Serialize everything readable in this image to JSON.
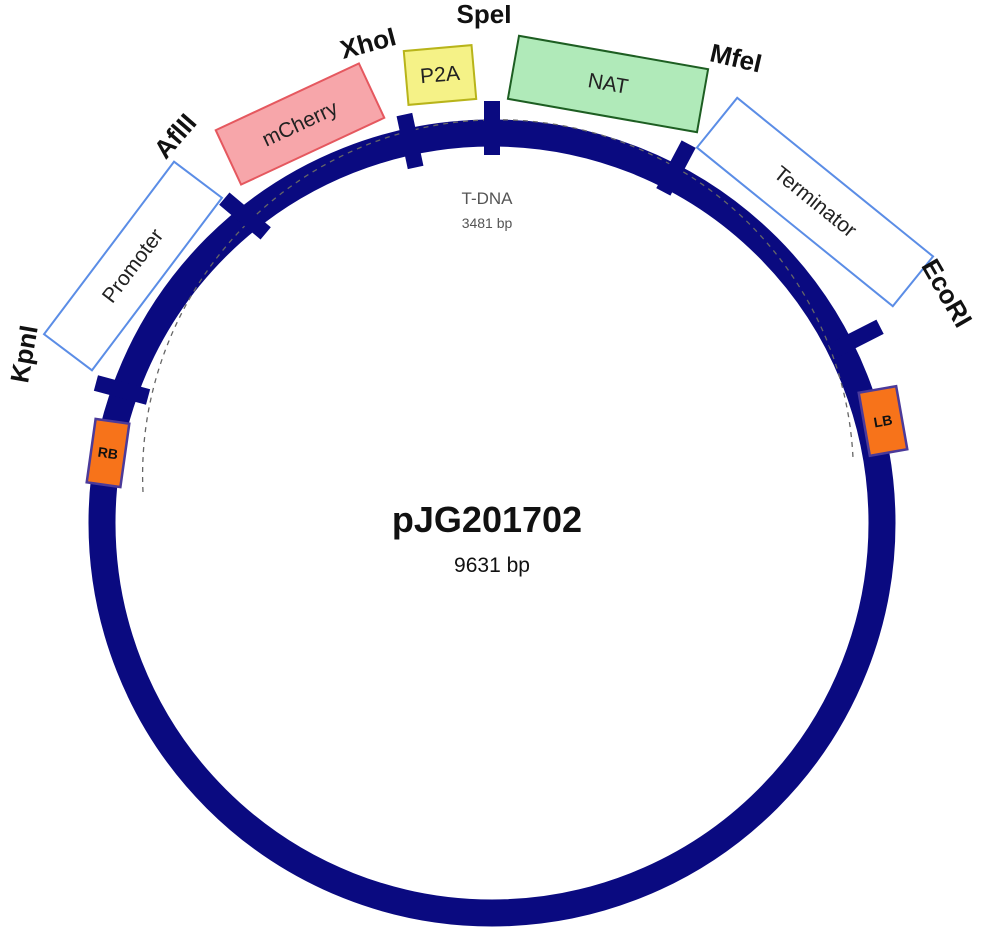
{
  "plasmid": {
    "name": "pJG201702",
    "size_label": "9631 bp"
  },
  "region": {
    "name": "T-DNA",
    "size_label": "3481 bp"
  },
  "colors": {
    "backbone": "#0a0a80",
    "mCherry_fill": "#f7a6aa",
    "mCherry_stroke": "#e5585f",
    "P2A_fill": "#f5f287",
    "P2A_stroke": "#b8b41a",
    "NAT_fill": "#b0eab9",
    "NAT_stroke": "#1d5e22",
    "outline_fill": "#ffffff",
    "outline_stroke": "#5b8de6",
    "border_fill": "#f7731a",
    "border_stroke": "#4b3a9a"
  },
  "features": [
    {
      "id": "promoter",
      "label": "Promoter"
    },
    {
      "id": "mcherry",
      "label": "mCherry"
    },
    {
      "id": "p2a",
      "label": "P2A"
    },
    {
      "id": "nat",
      "label": "NAT"
    },
    {
      "id": "terminator",
      "label": "Terminator"
    }
  ],
  "sites": [
    {
      "id": "kpni",
      "label": "KpnI"
    },
    {
      "id": "aflii",
      "label": "AflII"
    },
    {
      "id": "xhoi",
      "label": "XhoI"
    },
    {
      "id": "spei",
      "label": "SpeI"
    },
    {
      "id": "mfei",
      "label": "MfeI"
    },
    {
      "id": "ecori",
      "label": "EcoRI"
    }
  ],
  "borders": [
    {
      "id": "rb",
      "label": "RB"
    },
    {
      "id": "lb",
      "label": "LB"
    }
  ]
}
